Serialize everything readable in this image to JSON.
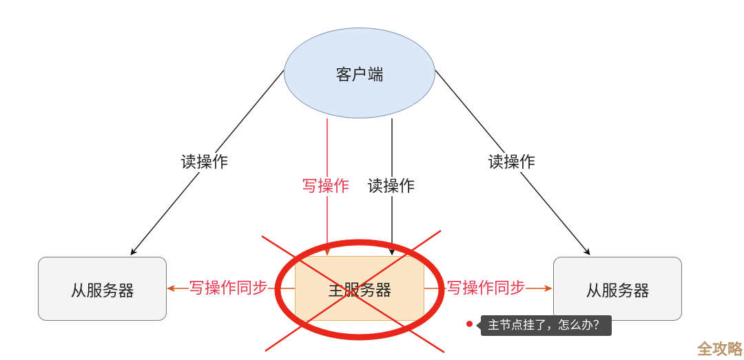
{
  "diagram": {
    "client": {
      "label": "客户端"
    },
    "master": {
      "label": "主服务器"
    },
    "slave_left": {
      "label": "从服务器"
    },
    "slave_right": {
      "label": "从服务器"
    },
    "edges": {
      "read_left": "读操作",
      "read_right": "读操作",
      "read_center": "读操作",
      "write_center": "写操作",
      "sync_left": "写操作同步",
      "sync_right": "写操作同步"
    },
    "annotation": {
      "tooltip": "主节点挂了，怎么办？"
    },
    "watermark": "全攻略",
    "colors": {
      "client_fill": "#dce8f8",
      "master_fill": "#fce4c6",
      "slave_fill": "#f4f4f4",
      "write_color": "#e8384f",
      "cross_color": "#e8261a",
      "sync_arrow": "#d9531e"
    }
  }
}
